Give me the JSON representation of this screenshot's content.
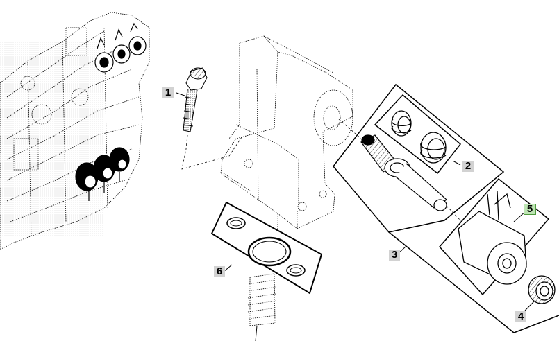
{
  "callouts": [
    {
      "id": "1",
      "label": "1",
      "highlighted": false
    },
    {
      "id": "2",
      "label": "2",
      "highlighted": false
    },
    {
      "id": "3",
      "label": "3",
      "highlighted": false
    },
    {
      "id": "4",
      "label": "4",
      "highlighted": false
    },
    {
      "id": "5",
      "label": "5",
      "highlighted": true
    },
    {
      "id": "6",
      "label": "6",
      "highlighted": false
    }
  ],
  "colors": {
    "callout_bg": "#d2d2d2",
    "highlight_bg": "#bde5b3",
    "highlight_border": "#4f9a3f",
    "line": "#000000"
  }
}
